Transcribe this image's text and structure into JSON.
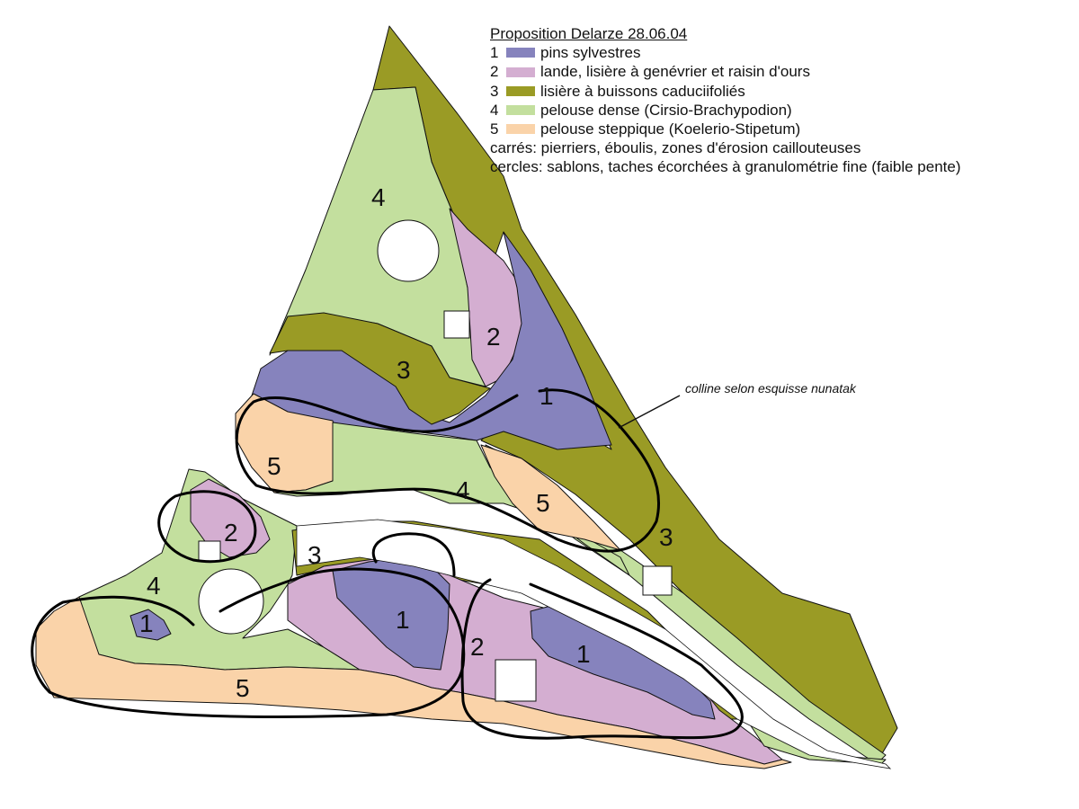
{
  "legend": {
    "title": "Proposition Delarze 28.06.04",
    "items": [
      {
        "num": "1",
        "label": "pins sylvestres",
        "color": "#8683BD"
      },
      {
        "num": "2",
        "label": "lande, lisière à genévrier et raisin d'ours",
        "color": "#D4AED1"
      },
      {
        "num": "3",
        "label": "lisière à buissons caduciifoliés",
        "color": "#9A9B25"
      },
      {
        "num": "4",
        "label": "pelouse dense (Cirsio-Brachypodion)",
        "color": "#C3DF9E"
      },
      {
        "num": "5",
        "label": "pelouse steppique (Koelerio-Stipetum)",
        "color": "#FAD3A9"
      }
    ],
    "notes": [
      "carrés: pierriers, éboulis, zones d'érosion caillouteuses",
      "cercles: sablons, taches écorchées à granulométrie fine (faible pente)"
    ]
  },
  "annotation": "colline selon esquisse nunatak",
  "zone_labels": {
    "a": "4",
    "b": "2",
    "c": "3",
    "d": "1",
    "e": "5",
    "f": "4",
    "g": "5",
    "h": "3",
    "i": "2",
    "j": "4",
    "k": "1",
    "l": "3",
    "m": "1",
    "n": "2",
    "o": "1",
    "p": "5"
  }
}
